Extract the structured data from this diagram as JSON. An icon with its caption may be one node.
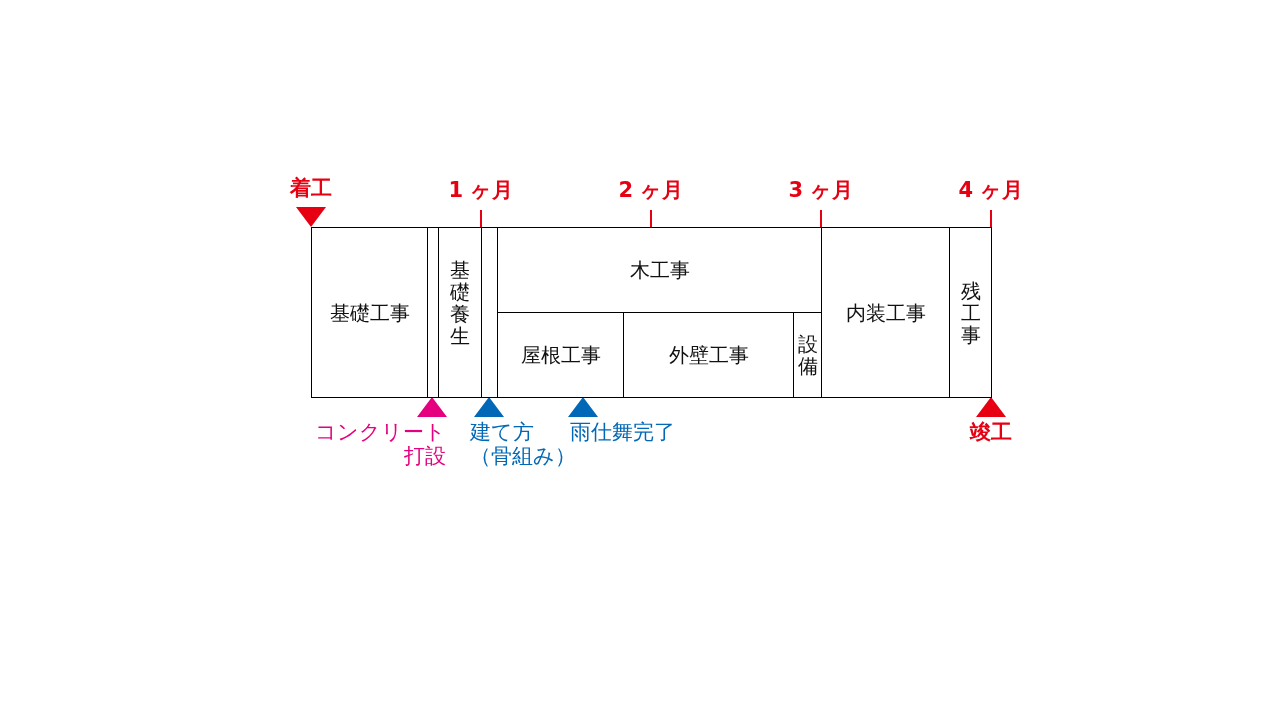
{
  "diagram": {
    "nodes": [
      {
        "text": [
          "基礎工事"
        ]
      },
      {
        "text": [],
        "shape": "box"
      },
      {
        "text": [
          "基礎養生"
        ]
      },
      {
        "text": [],
        "shape": "box"
      },
      {
        "text": [
          "木工事"
        ]
      },
      {
        "text": [
          "屋根工事"
        ]
      },
      {
        "text": [
          "外壁工事"
        ]
      },
      {
        "text": [
          "設備"
        ]
      },
      {
        "text": [
          "内装工事"
        ]
      },
      {
        "text": [
          "残工事"
        ]
      }
    ],
    "edges": [],
    "labels": [
      "着工",
      "1 ヶ月",
      "2 ヶ月",
      "3 ヶ月",
      "4 ヶ月",
      "コンクリート打設",
      "建て方（骨組み）",
      "雨仕舞完了",
      "竣工"
    ]
  }
}
